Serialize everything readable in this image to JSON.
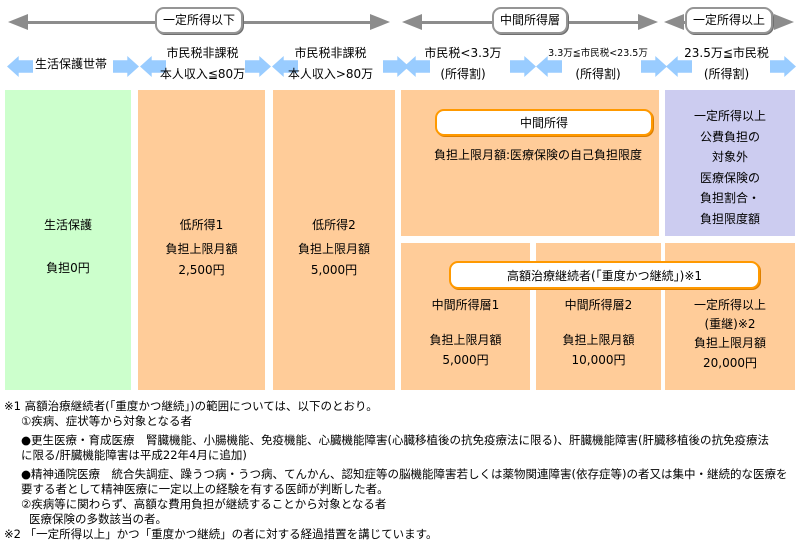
{
  "colors": {
    "welfare_box": "#CCFFCC",
    "income_box": "#FFCC99",
    "upper_income_box": "#CCCCF0",
    "blue_arrow": "#99CCFF",
    "gray_arrow": "#8C8C8C",
    "badge_border": "#FF9900"
  },
  "top_arrows": [
    {
      "label": "一定所得以下"
    },
    {
      "label": "中間所得層"
    },
    {
      "label": "一定所得以上"
    }
  ],
  "categories": [
    {
      "line1": "生活保護世帯",
      "line2": ""
    },
    {
      "line1": "市民税非課税",
      "line2": "本人収入≦80万"
    },
    {
      "line1": "市民税非課税",
      "line2": "本人収入>80万"
    },
    {
      "line1": "市民税<3.3万",
      "line2": "(所得割)"
    },
    {
      "line1": "3.3万≦市民税<23.5万",
      "line2": "(所得割)"
    },
    {
      "line1": "23.5万≦市民税",
      "line2": "(所得割)"
    }
  ],
  "boxes": {
    "welfare": {
      "title": "生活保護",
      "amount": "負担0円"
    },
    "low1": {
      "title": "低所得1",
      "cap": "負担上限月額",
      "amount": "2,500円"
    },
    "low2": {
      "title": "低所得2",
      "cap": "負担上限月額",
      "amount": "5,000円"
    },
    "middle": {
      "badge": "中間所得",
      "note": "負担上限月額:医療保険の自己負担限度"
    },
    "upper": {
      "lines": [
        "一定所得以上",
        "公費負担の",
        "対象外",
        "医療保険の",
        "負担割合・",
        "負担限度額"
      ]
    },
    "heavy_badge": "高額治療継続者(「重度かつ継続」)※1",
    "middle1": {
      "title": "中間所得層1",
      "cap": "負担上限月額",
      "amount": "5,000円"
    },
    "middle2": {
      "title": "中間所得層2",
      "cap": "負担上限月額",
      "amount": "10,000円"
    },
    "upper_heavy": {
      "title": "一定所得以上",
      "subtitle": "(重継)※2",
      "cap": "負担上限月額",
      "amount": "20,000円"
    }
  },
  "footnotes": [
    {
      "text": "※1 高額治療継続者(「重度かつ継続」)の範囲については、以下のとおり。"
    },
    {
      "text": "①疾病、症状等から対象となる者"
    },
    {
      "text": "●更生医療・育成医療　腎臓機能、小腸機能、免疫機能、心臓機能障害(心臓移植後の抗免疫療法に限る)、肝臓機能障害(肝臓移植後の抗免疫療法"
    },
    {
      "text": "に限る/肝臓機能障害は平成22年4月に追加)"
    },
    {
      "text": "●精神通院医療　統合失調症、躁うつ病・うつ病、てんかん、認知症等の脳機能障害若しくは薬物関連障害(依存症等)の者又は集中・継続的な医療を"
    },
    {
      "text": "要する者として精神医療に一定以上の経験を有する医師が判断した者。"
    },
    {
      "text": "②疾病等に関わらず、高額な費用負担が継続することから対象となる者"
    },
    {
      "text": "医療保険の多数該当の者。"
    },
    {
      "text": "※2 「一定所得以上」かつ「重度かつ継続」の者に対する経過措置を講じています。"
    }
  ]
}
